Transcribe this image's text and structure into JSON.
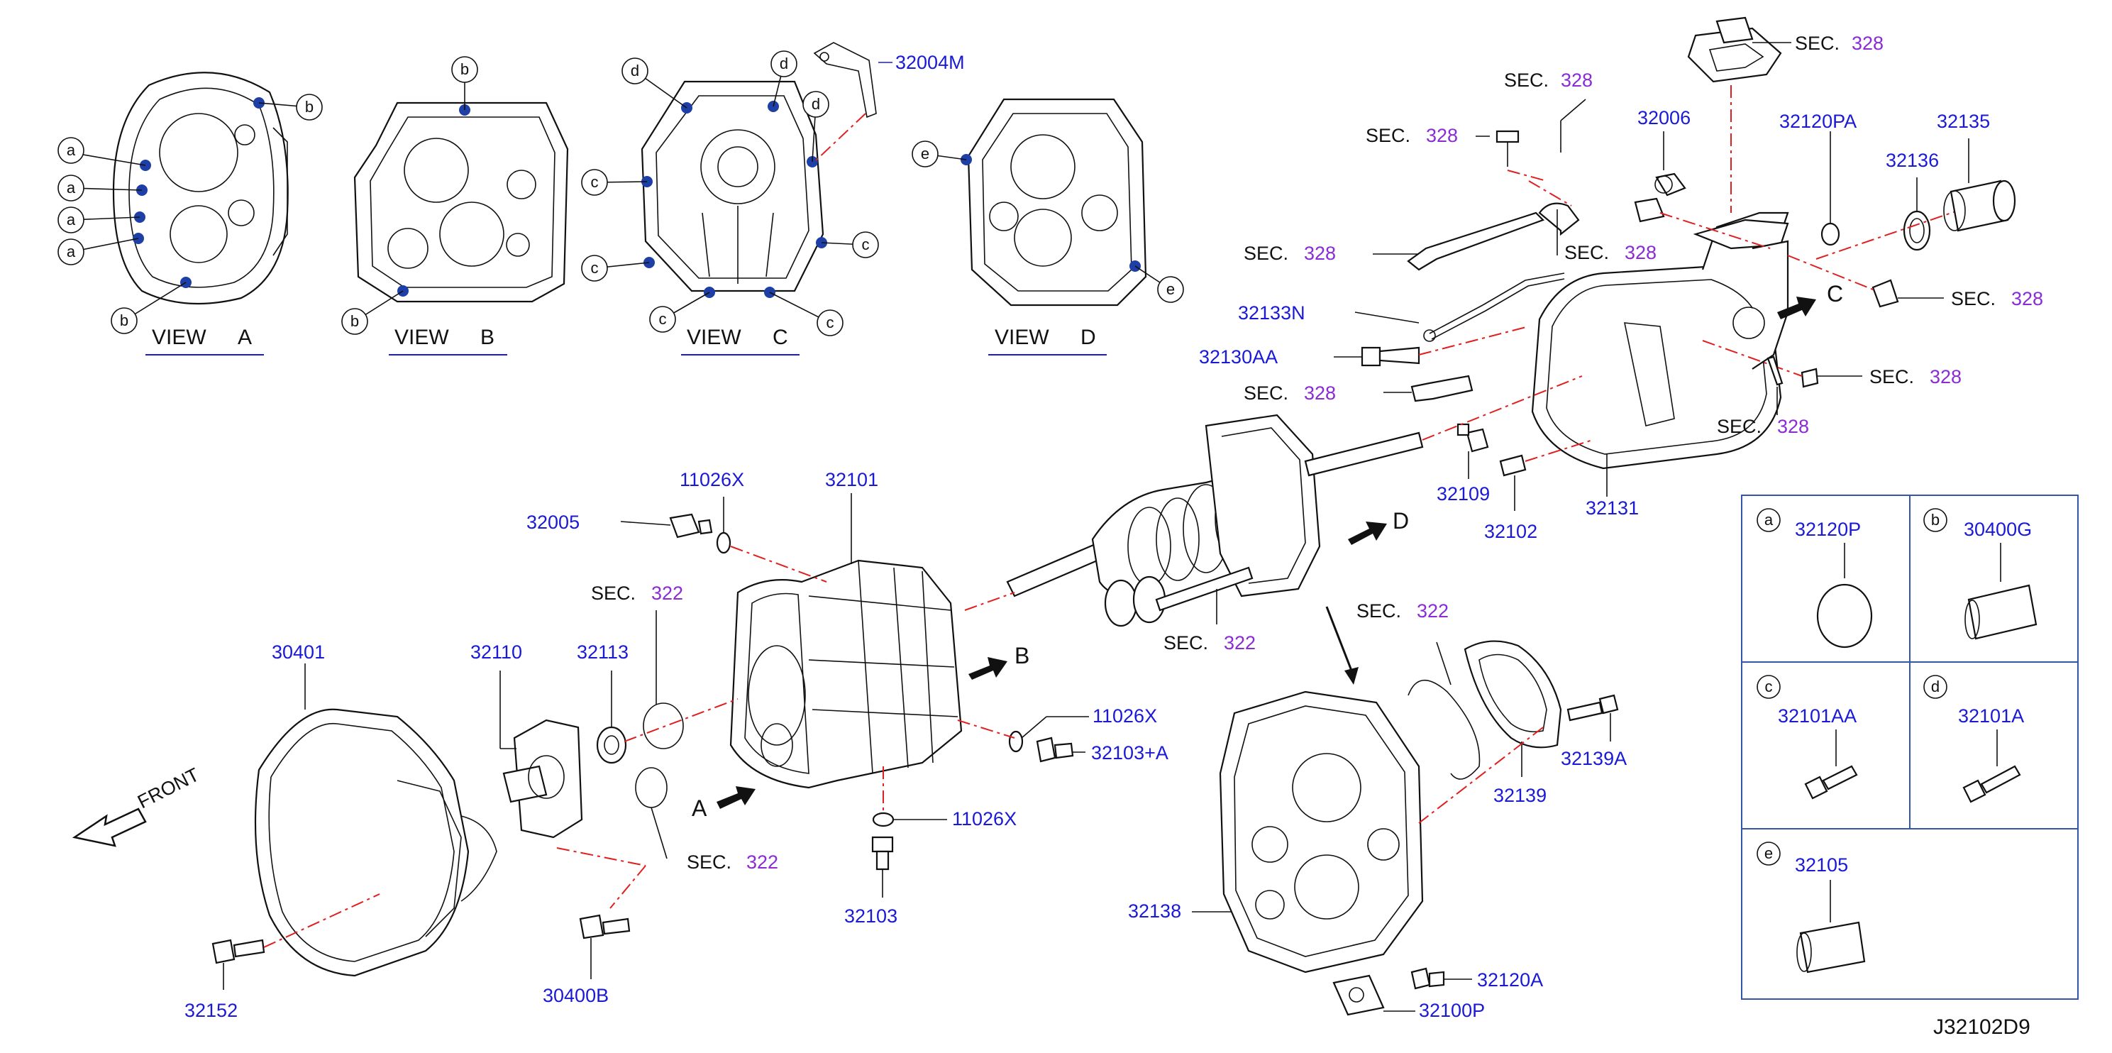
{
  "diagram_code": "J32102D9",
  "sec_label": "SEC.",
  "front_label": "FRONT",
  "views": [
    {
      "word": "VIEW",
      "letter": "A"
    },
    {
      "word": "VIEW",
      "letter": "B"
    },
    {
      "word": "VIEW",
      "letter": "C"
    },
    {
      "word": "VIEW",
      "letter": "D"
    }
  ],
  "view_arrows": {
    "a": "A",
    "b": "B",
    "c": "C",
    "d": "D"
  },
  "bubble_letters": {
    "a": "a",
    "b": "b",
    "c": "c",
    "d": "d",
    "e": "e"
  },
  "sec_numbers": {
    "s322": "322",
    "s328": "328"
  },
  "parts": {
    "p32004M": "32004M",
    "p32006": "32006",
    "p32120PA": "32120PA",
    "p32135": "32135",
    "p32136": "32136",
    "p32133N": "32133N",
    "p32130AA": "32130AA",
    "p32109": "32109",
    "p32102": "32102",
    "p32131": "32131",
    "p11026X_a": "11026X",
    "p32101": "32101",
    "p32005": "32005",
    "p30401": "30401",
    "p32110": "32110",
    "p32113": "32113",
    "p11026X_b": "11026X",
    "p32103A": "32103+A",
    "p11026X_c": "11026X",
    "p32103": "32103",
    "p32152": "32152",
    "p30400B": "30400B",
    "p32139A": "32139A",
    "p32139": "32139",
    "p32138": "32138",
    "p32120A": "32120A",
    "p32100P": "32100P"
  },
  "legend": [
    {
      "letter": "a",
      "part": "32120P"
    },
    {
      "letter": "b",
      "part": "30400G"
    },
    {
      "letter": "c",
      "part": "32101AA"
    },
    {
      "letter": "d",
      "part": "32101A"
    },
    {
      "letter": "e",
      "part": "32105"
    }
  ],
  "colors": {
    "part_number": "#1a1ad6",
    "sec_number": "#8a2bd6",
    "dashed_line": "#e02020",
    "bolt_dot": "#1d3fa6",
    "legend_border": "#3355aa"
  }
}
